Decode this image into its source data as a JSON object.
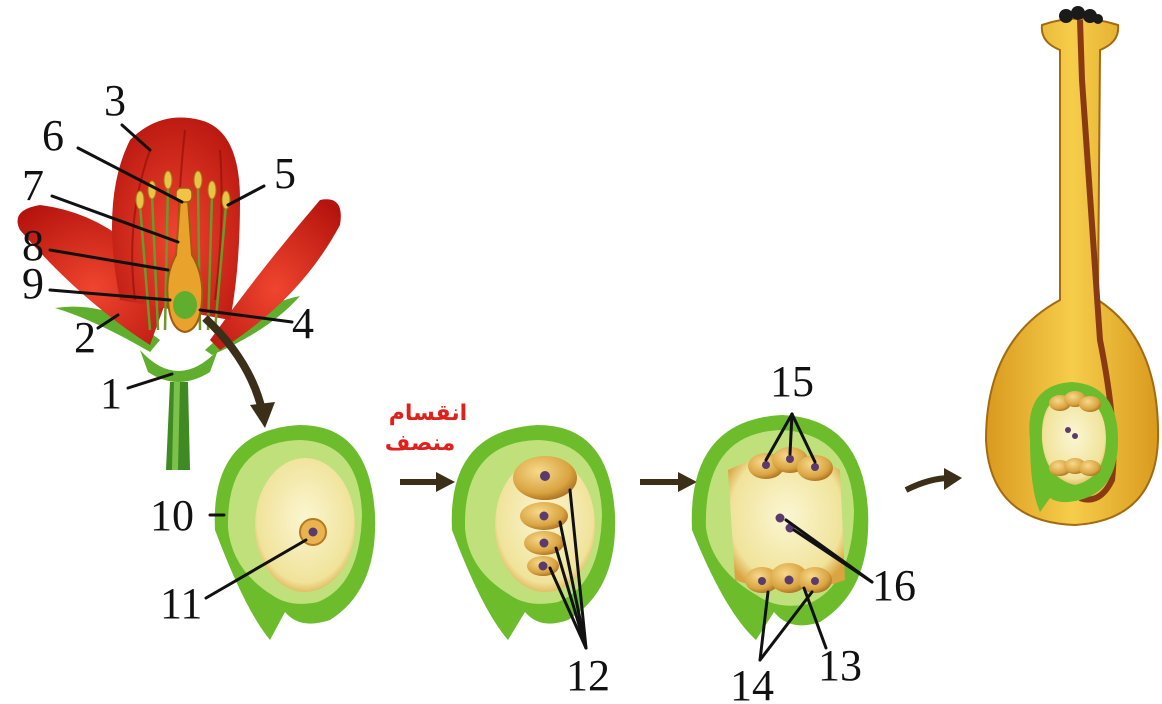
{
  "diagram": {
    "labels": {
      "l1": "1",
      "l2": "2",
      "l3": "3",
      "l4": "4",
      "l5": "5",
      "l6": "6",
      "l7": "7",
      "l8": "8",
      "l9": "9",
      "l10": "10",
      "l11": "11",
      "l12": "12",
      "l13": "13",
      "l14": "14",
      "l15": "15",
      "l16": "16"
    },
    "division_text": [
      "انقسام",
      "منصف"
    ]
  },
  "colors": {
    "petal": "#e3231b",
    "petal_dark": "#a8110c",
    "sepal": "#5fae2e",
    "ovule_outer": "#6cbc2c",
    "ovule_inner": "#bfe07a",
    "nucellus": "#f3e9a8",
    "cell": "#d9a441",
    "nucleus": "#5b3a6e",
    "tube": "#e8b830",
    "tube_dark": "#8a3a12",
    "arrow": "#3b2f1a",
    "label_text": "#111111",
    "division_text": "#e0201a"
  },
  "icons": [
    "flower-illustration",
    "ovule-stage-1",
    "ovule-stage-2",
    "ovule-stage-3",
    "mature-ovule-with-pollen-tube",
    "process-arrow"
  ]
}
